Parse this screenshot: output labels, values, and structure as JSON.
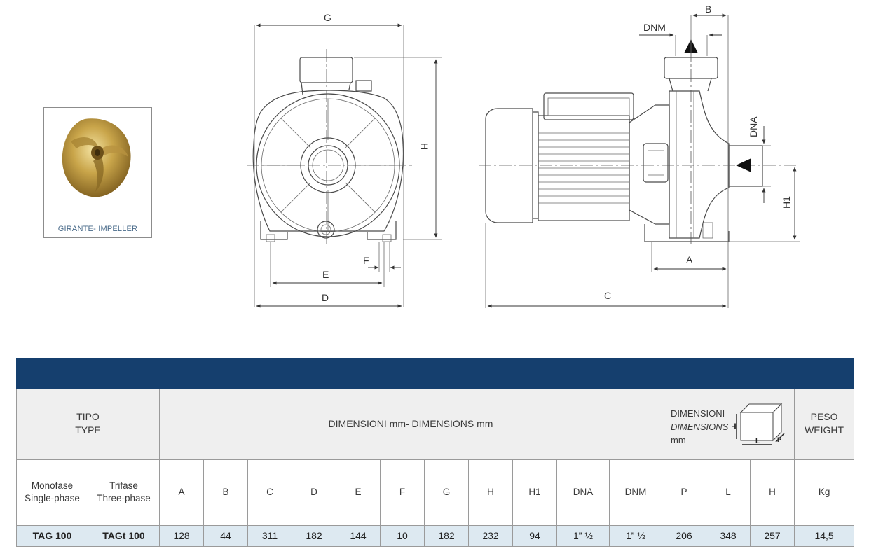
{
  "impeller": {
    "caption": "GIRANTE- IMPELLER"
  },
  "drawing": {
    "labels": {
      "G": "G",
      "H": "H",
      "E": "E",
      "F": "F",
      "D": "D",
      "B": "B",
      "DNM": "DNM",
      "DNA": "DNA",
      "H1": "H1",
      "A": "A",
      "C": "C"
    }
  },
  "table": {
    "tipo": [
      "TIPO",
      "TYPE"
    ],
    "dimensions_title": "DIMENSIONI mm- DIMENSIONS mm",
    "packing": {
      "line1": "DIMENSIONI",
      "line2": "DIMENSIONS",
      "line3": "mm",
      "icon_labels": {
        "h": "H",
        "l": "L",
        "p": "P"
      }
    },
    "peso": [
      "PESO",
      "WEIGHT"
    ],
    "monofase": [
      "Monofase",
      "Single-phase"
    ],
    "trifase": [
      "Trifase",
      "Three-phase"
    ],
    "columns": [
      "A",
      "B",
      "C",
      "D",
      "E",
      "F",
      "G",
      "H",
      "H1",
      "DNA",
      "DNM",
      "P",
      "L",
      "H",
      "Kg"
    ],
    "row": {
      "single": "TAG 100",
      "three": "TAGt 100",
      "values": [
        "128",
        "44",
        "311",
        "182",
        "144",
        "10",
        "182",
        "232",
        "94",
        "1” ½",
        "1” ½",
        "206",
        "348",
        "257",
        "14,5"
      ]
    }
  }
}
